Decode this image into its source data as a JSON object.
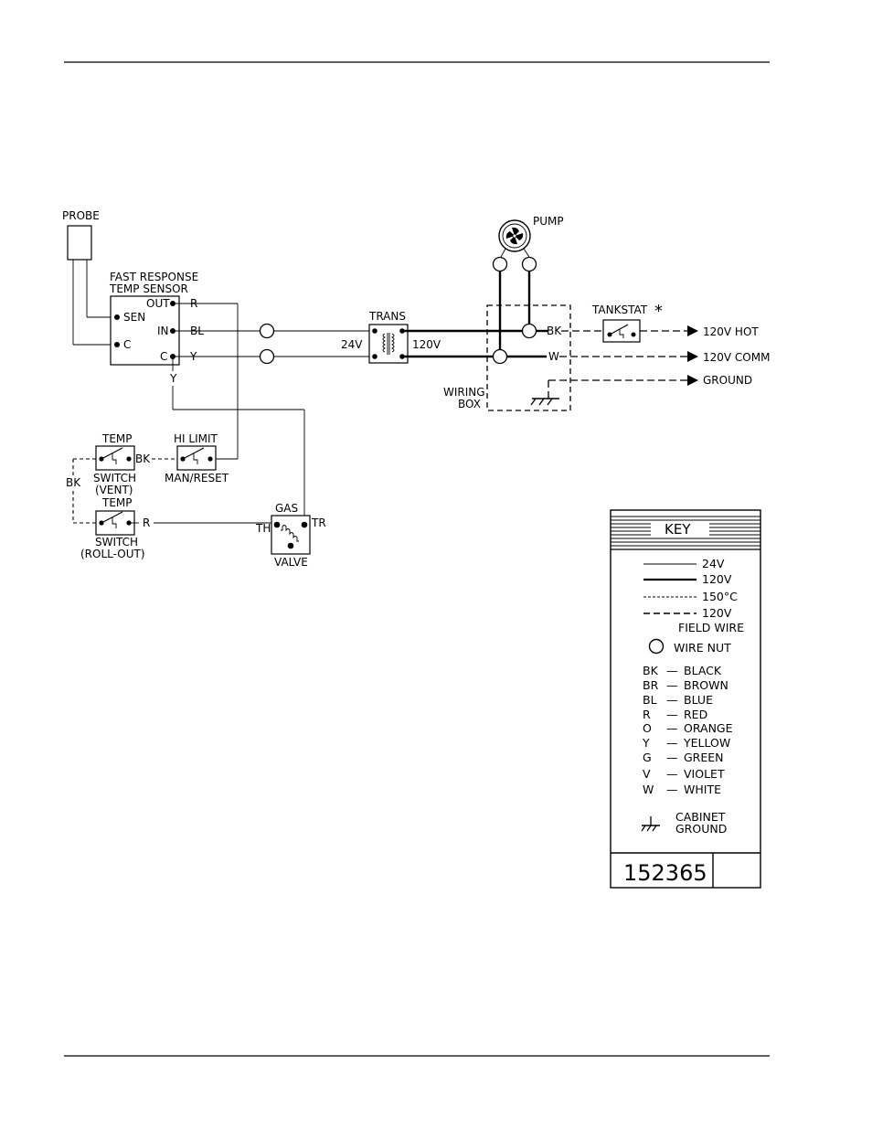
{
  "labels": {
    "probe": "PROBE",
    "sensor_line1": "FAST RESPONSE",
    "sensor_line2": "TEMP SENSOR",
    "sen": "SEN",
    "c_left": "C",
    "out": "OUT",
    "in": "IN",
    "c_right": "C",
    "wire_r": "R",
    "wire_bl": "BL",
    "wire_y": "Y",
    "wire_y_down": "Y",
    "trans": "TRANS",
    "v24": "24V",
    "v120": "120V",
    "pump": "PUMP",
    "wire_bk": "BK",
    "wire_w": "W",
    "tankstat": "TANKSTAT",
    "asterisk": "*",
    "hot": "120V HOT",
    "comm": "120V COMM",
    "ground": "GROUND",
    "wiring": "WIRING",
    "box": "BOX",
    "temp_vent_top": "TEMP",
    "temp_vent_bottom1": "SWITCH",
    "temp_vent_bottom2": "(VENT)",
    "bk_right": "BK",
    "bk_left": "BK",
    "hilimit_top": "HI LIMIT",
    "hilimit_bottom": "MAN/RESET",
    "temp_roll_top": "TEMP",
    "temp_roll_bottom1": "SWITCH",
    "temp_roll_bottom2": "(ROLL-OUT)",
    "wire_r_bottom": "R",
    "gas": "GAS",
    "th": "TH",
    "tr": "TR",
    "valve": "VALVE"
  },
  "key": {
    "title": "KEY",
    "line_24v": "24V",
    "line_120v": "120V",
    "line_150c": "150°C",
    "line_field": "120V",
    "field_wire": "FIELD WIRE",
    "wire_nut": "WIRE NUT",
    "colors": [
      {
        "code": "BK",
        "name": "BLACK"
      },
      {
        "code": "BR",
        "name": "BROWN"
      },
      {
        "code": "BL",
        "name": "BLUE"
      },
      {
        "code": "R",
        "name": "RED"
      },
      {
        "code": "O",
        "name": "ORANGE"
      },
      {
        "code": "Y",
        "name": "YELLOW"
      },
      {
        "code": "G",
        "name": "GREEN"
      },
      {
        "code": "V",
        "name": "VIOLET"
      },
      {
        "code": "W",
        "name": "WHITE"
      }
    ],
    "dash": "—",
    "cabinet": "CABINET",
    "ground": "GROUND",
    "part_number": "152365"
  }
}
